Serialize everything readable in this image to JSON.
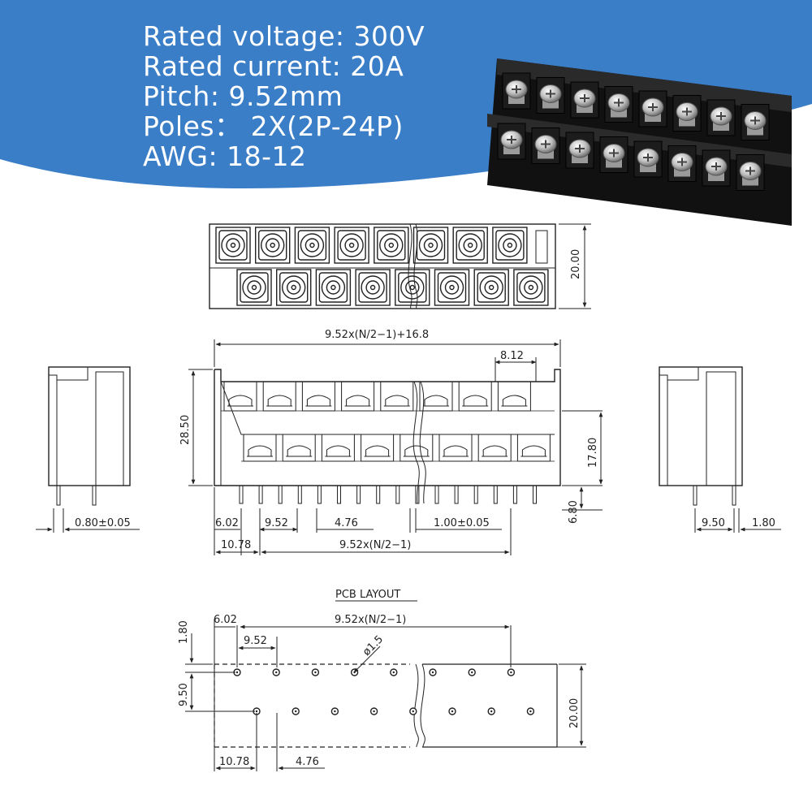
{
  "specs": {
    "voltage": "Rated voltage: 300V",
    "current": "Rated current: 20A",
    "pitch": "Pitch: 9.52mm",
    "poles": "Poles： 2X(2P-24P)",
    "awg": "AWG: 18-12"
  },
  "top_view": {
    "height_dim": "20.00"
  },
  "front_view": {
    "total_width": "9.52x(N/2−1)+16.8",
    "step_dim": "8.12",
    "height_dim": "28.50",
    "upper_dim": "17.80",
    "pin_dim": "6.80",
    "offset_a": "6.02",
    "pitch": "9.52",
    "half_pitch": "4.76",
    "pin_width": "1.00±0.05",
    "offset_b": "10.78",
    "span": "9.52x(N/2−1)"
  },
  "left_side": {
    "pin_tol": "0.80±0.05"
  },
  "right_side": {
    "row_dim": "9.50",
    "edge_dim": "1.80"
  },
  "pcb": {
    "title": "PCB LAYOUT",
    "offset_a": "6.02",
    "span": "9.52x(N/2−1)",
    "edge_dim": "1.80",
    "pitch": "9.52",
    "hole": "ø1.5",
    "row_dim": "9.50",
    "height_dim": "20.00",
    "offset_b": "10.78",
    "half_pitch": "4.76"
  },
  "colors": {
    "banner": "#3b7ec8",
    "body": "#1c1c1c",
    "screw": "#c8c8c8"
  }
}
